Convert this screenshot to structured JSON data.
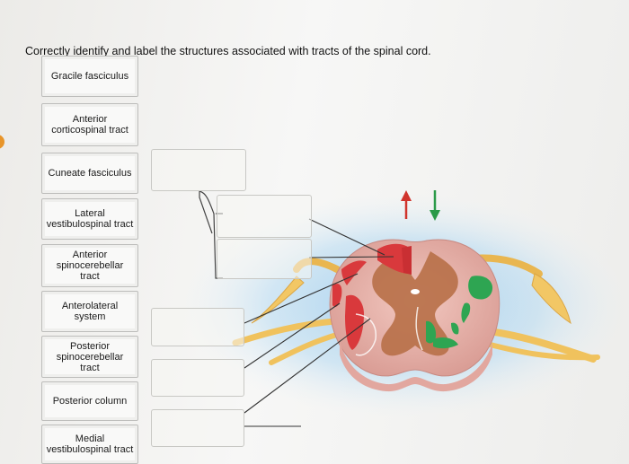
{
  "prompt": "Correctly identify and label the structures associated with tracts of the spinal cord.",
  "label_bank": [
    "Gracile fasciculus",
    "Anterior corticospinal tract",
    "Cuneate fasciculus",
    "Lateral vestibulospinal tract",
    "Anterior spinocerebellar tract",
    "Anterolateral system",
    "Posterior spinocerebellar tract",
    "Posterior column",
    "Medial vestibulospinal tract"
  ],
  "legend": {
    "ascending_arrow_color": "#d0342c",
    "descending_arrow_color": "#2a9a48"
  },
  "drop_zones": [
    "",
    "",
    "",
    "",
    "",
    ""
  ],
  "colors": {
    "ascending_tract": "#d9393c",
    "descending_tract": "#2ea552",
    "gray_matter": "#b9714a",
    "white_matter": "#eab7b0",
    "nerve": "#f0c060",
    "glow": "#a9d3ee"
  }
}
